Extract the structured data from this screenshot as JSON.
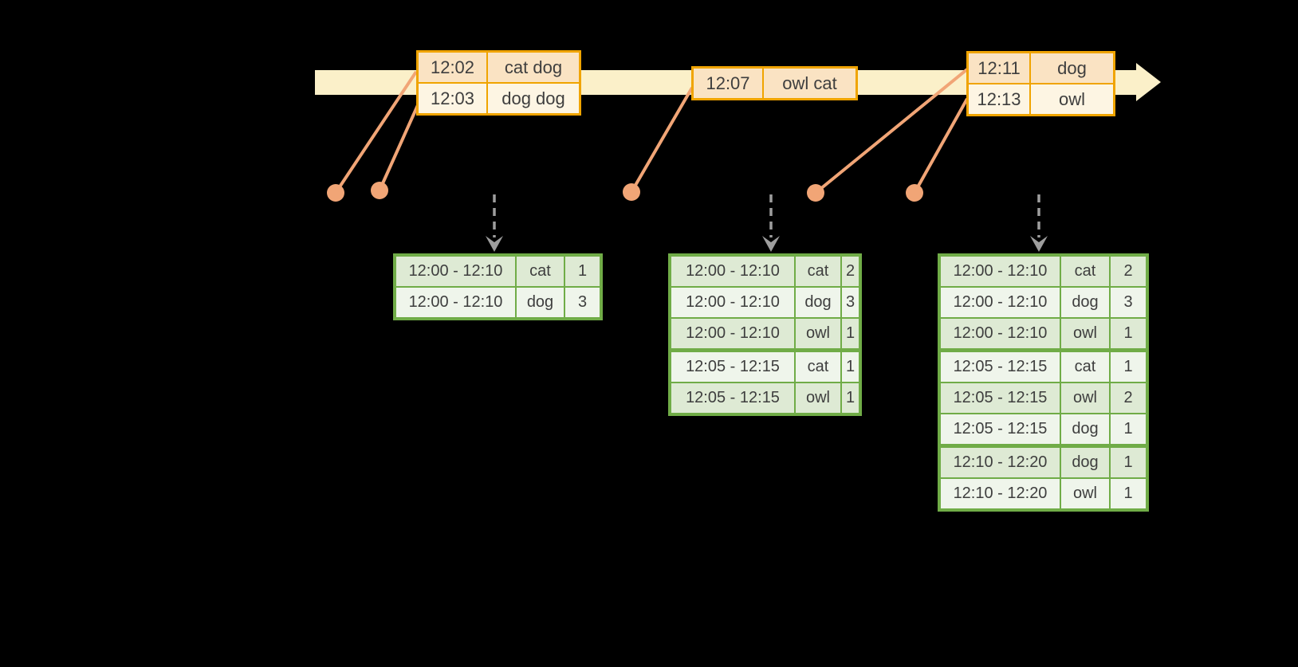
{
  "colors": {
    "bg": "#000000",
    "band": "#FBF0C9",
    "gold": "#F0A400",
    "peach": "#FAE3C3",
    "cream": "#FDF5E3",
    "salmon": "#F1A576",
    "green": "#70AC47",
    "green-row-a": "#DEEAD4",
    "green-row-b": "#EFF5EB",
    "gray": "#9E9E9E",
    "text": "#3E3E3E"
  },
  "event_tables": [
    {
      "rows": [
        {
          "time": "12:02",
          "words": "cat dog"
        },
        {
          "time": "12:03",
          "words": "dog dog"
        }
      ]
    },
    {
      "rows": [
        {
          "time": "12:07",
          "words": "owl cat"
        }
      ]
    },
    {
      "rows": [
        {
          "time": "12:11",
          "words": "dog"
        },
        {
          "time": "12:13",
          "words": "owl"
        }
      ]
    }
  ],
  "result_tables": [
    {
      "rows": [
        {
          "window": "12:00 - 12:10",
          "word": "cat",
          "count": "1"
        },
        {
          "window": "12:00 - 12:10",
          "word": "dog",
          "count": "3"
        }
      ]
    },
    {
      "rows": [
        {
          "window": "12:00 - 12:10",
          "word": "cat",
          "count": "2"
        },
        {
          "window": "12:00 - 12:10",
          "word": "dog",
          "count": "3"
        },
        {
          "window": "12:00 - 12:10",
          "word": "owl",
          "count": "1"
        },
        {
          "window": "12:05 - 12:15",
          "word": "cat",
          "count": "1",
          "new_group": true
        },
        {
          "window": "12:05 - 12:15",
          "word": "owl",
          "count": "1"
        }
      ]
    },
    {
      "rows": [
        {
          "window": "12:00 - 12:10",
          "word": "cat",
          "count": "2"
        },
        {
          "window": "12:00 - 12:10",
          "word": "dog",
          "count": "3"
        },
        {
          "window": "12:00 - 12:10",
          "word": "owl",
          "count": "1"
        },
        {
          "window": "12:05 - 12:15",
          "word": "cat",
          "count": "1",
          "new_group": true
        },
        {
          "window": "12:05 - 12:15",
          "word": "owl",
          "count": "2"
        },
        {
          "window": "12:05 - 12:15",
          "word": "dog",
          "count": "1"
        },
        {
          "window": "12:10 - 12:20",
          "word": "dog",
          "count": "1",
          "new_group": true
        },
        {
          "window": "12:10 - 12:20",
          "word": "owl",
          "count": "1"
        }
      ]
    }
  ]
}
